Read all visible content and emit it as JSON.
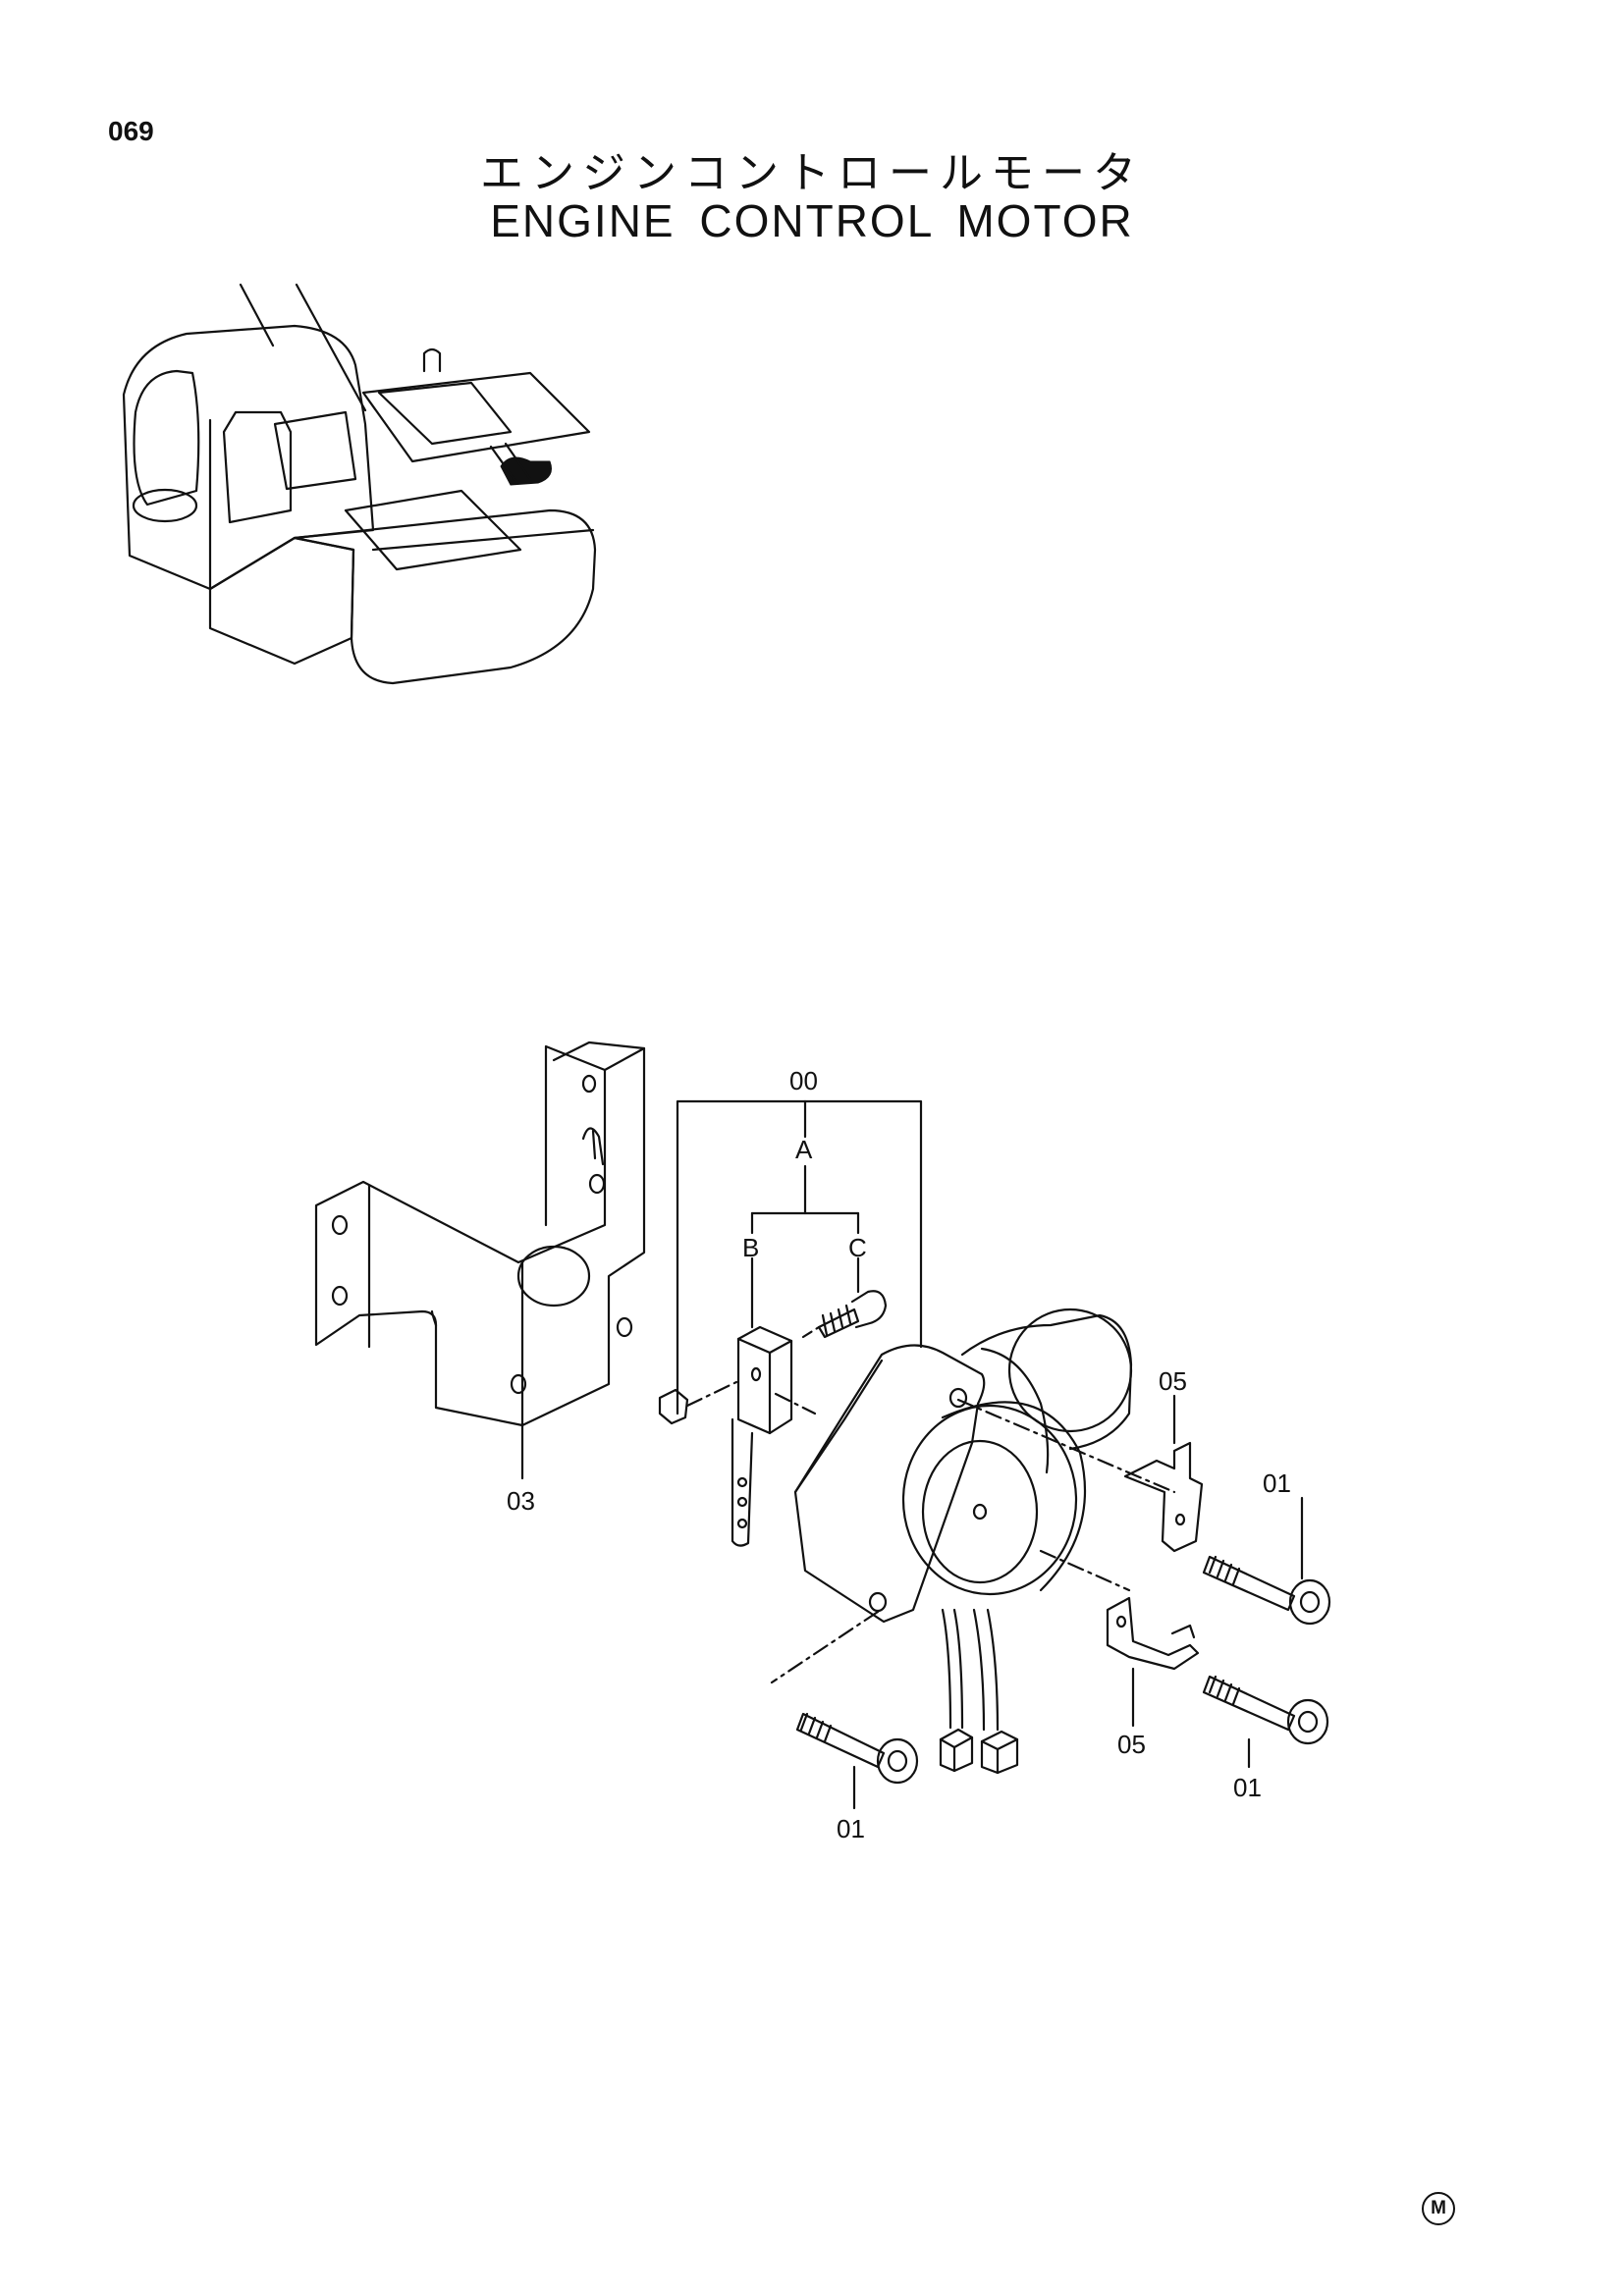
{
  "page": {
    "number": "069"
  },
  "title": {
    "japanese": "エンジンコントロールモータ",
    "english": "ENGINE CONTROL MOTOR"
  },
  "callouts": {
    "assembly": "00",
    "sub_a": "A",
    "sub_b": "B",
    "sub_c": "C",
    "bracket": "03",
    "stay_upper": "05",
    "stay_lower": "05",
    "bolt_right_upper": "01",
    "bolt_right_lower": "01",
    "bolt_left_lower": "01"
  },
  "footer": {
    "mark": "M"
  }
}
